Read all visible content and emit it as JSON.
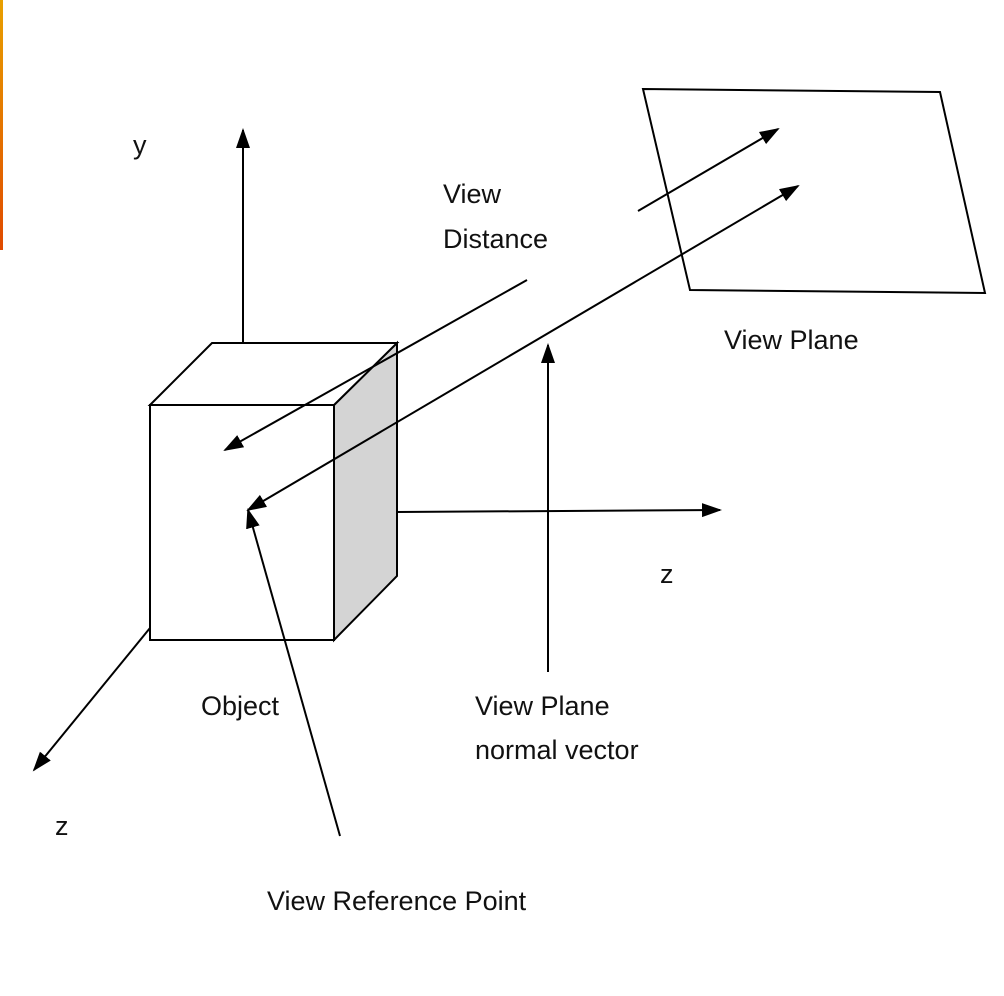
{
  "labels": {
    "y_axis": "y",
    "z_axis_right": "z",
    "z_axis_left": "z",
    "view": "View",
    "distance": "Distance",
    "view_plane": "View Plane",
    "object": "Object",
    "normal_line1": "View Plane",
    "normal_line2": "normal vector",
    "view_reference_point": "View Reference Point"
  },
  "colors": {
    "stroke": "#000000",
    "cube_front": "#ffffff",
    "cube_side": "#d4d4d4",
    "background": "#ffffff"
  }
}
